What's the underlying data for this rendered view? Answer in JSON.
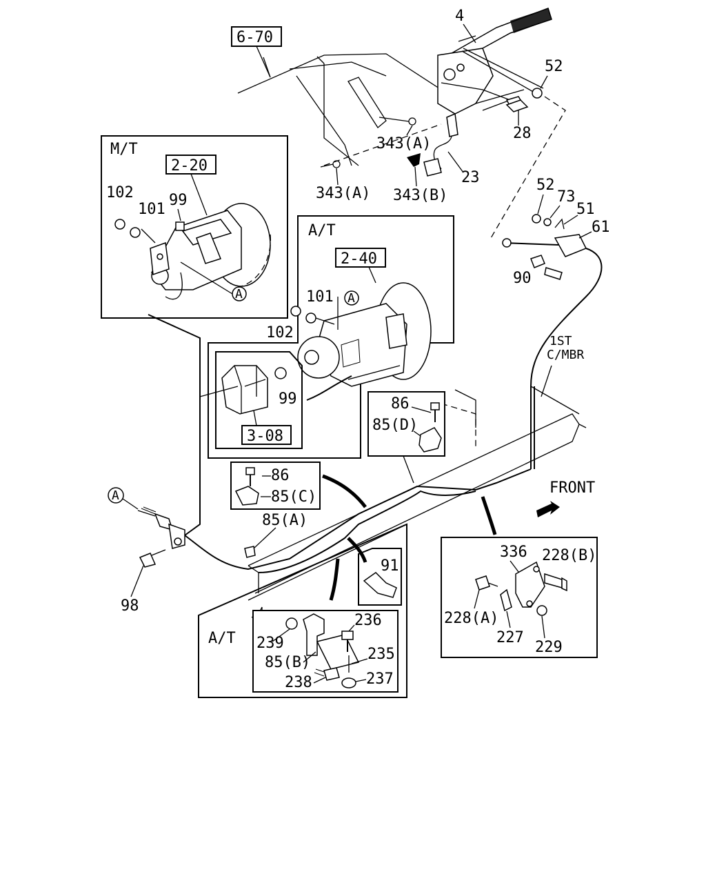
{
  "refs": {
    "r_6_70": "6-70",
    "r_2_20": "2-20",
    "r_2_40": "2-40",
    "r_3_08": "3-08"
  },
  "insets": {
    "mt": "M/T",
    "at_upper": "A/T",
    "at_lower": "A/T"
  },
  "circle_marks": {
    "a1": "A",
    "a2": "A",
    "a3": "A"
  },
  "labels": {
    "p4": "4",
    "p52a": "52",
    "p28": "28",
    "p343a_1": "343(A)",
    "p343a_2": "343(A)",
    "p343b": "343(B)",
    "p23": "23",
    "p52b": "52",
    "p73": "73",
    "p51": "51",
    "p61": "61",
    "p90": "90",
    "first_crossmember": [
      "1ST",
      "C/MBR"
    ],
    "p102_mt": "102",
    "p101_mt": "101",
    "p99_mt": "99",
    "p101_at": "101",
    "p102_at": "102",
    "p99_at": "99",
    "p86_d": "86",
    "p85d": "85(D)",
    "p86_c": "86",
    "p85c": "85(C)",
    "p85a": "85(A)",
    "p98": "98",
    "p91": "91",
    "front": "FRONT",
    "p336": "336",
    "p228b": "228(B)",
    "p228a": "228(A)",
    "p227": "227",
    "p229": "229",
    "p239": "239",
    "p236": "236",
    "p85b": "85(B)",
    "p235": "235",
    "p238": "238",
    "p237": "237"
  }
}
